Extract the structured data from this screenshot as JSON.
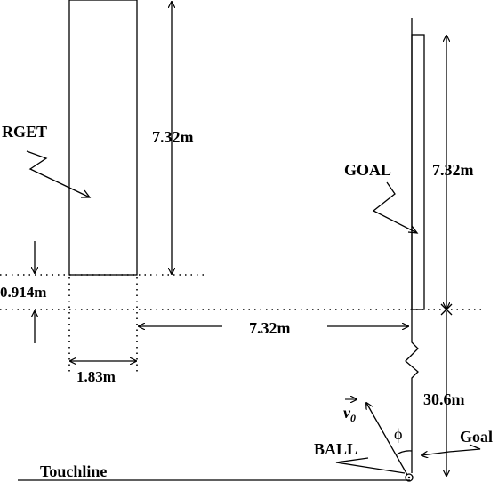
{
  "labels": {
    "target": "RGET",
    "target_height": "7.32m",
    "target_gap": "0.914m",
    "target_width": "1.83m",
    "goal": "GOAL",
    "goal_height": "7.32m",
    "separation": "7.32m",
    "ball_distance": "30.6m",
    "velocity_symbol": "v",
    "velocity_subscript": "0",
    "angle_symbol": "ϕ",
    "ball": "BALL",
    "goal_right": "Goal",
    "touchline": "Touchline"
  }
}
